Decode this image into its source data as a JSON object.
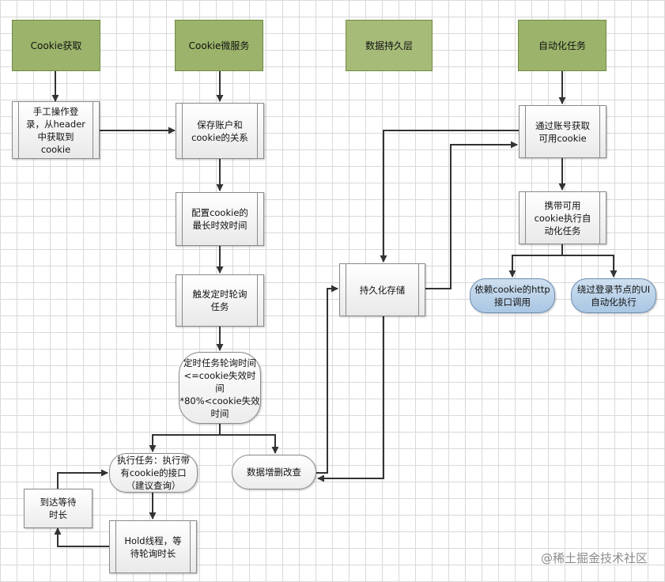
{
  "headers": {
    "cookie_fetch": "Cookie获取",
    "cookie_service": "Cookie微服务",
    "persistence": "数据持久层",
    "automation": "自动化任务"
  },
  "nodes": {
    "manual_login": "手工操作登\n录，从header\n中获取到\ncookie",
    "save_account": "保存账户和\ncookie的关系",
    "config_expiry": "配置cookie的\n最长时效时间",
    "trigger_poll": "触发定时轮询\n任务",
    "poll_condition": "定时任务轮询时间\n<=cookie失效时间\n*80%<cookie失效\n时间",
    "execute_task": "执行任务：执行带\n有cookie的接口\n（建议查询）",
    "reach_wait": "到达等待\n时长",
    "hold_thread": "Hold线程，等\n待轮询时长",
    "crud": "数据增删改查",
    "persist_store": "持久化存储",
    "get_cookie": "通过账号获取\n可用cookie",
    "carry_cookie": "携带可用\ncookie执行自\n动化任务",
    "http_call": "依赖cookie的http\n接口调用",
    "ui_auto": "绕过登录节点的UI\n自动化执行"
  },
  "watermark": "@稀土掘金技术社区",
  "colors": {
    "header_fill": "#9bb36a",
    "blue_fill": "#a9c6e3",
    "arrow": "#333333"
  }
}
